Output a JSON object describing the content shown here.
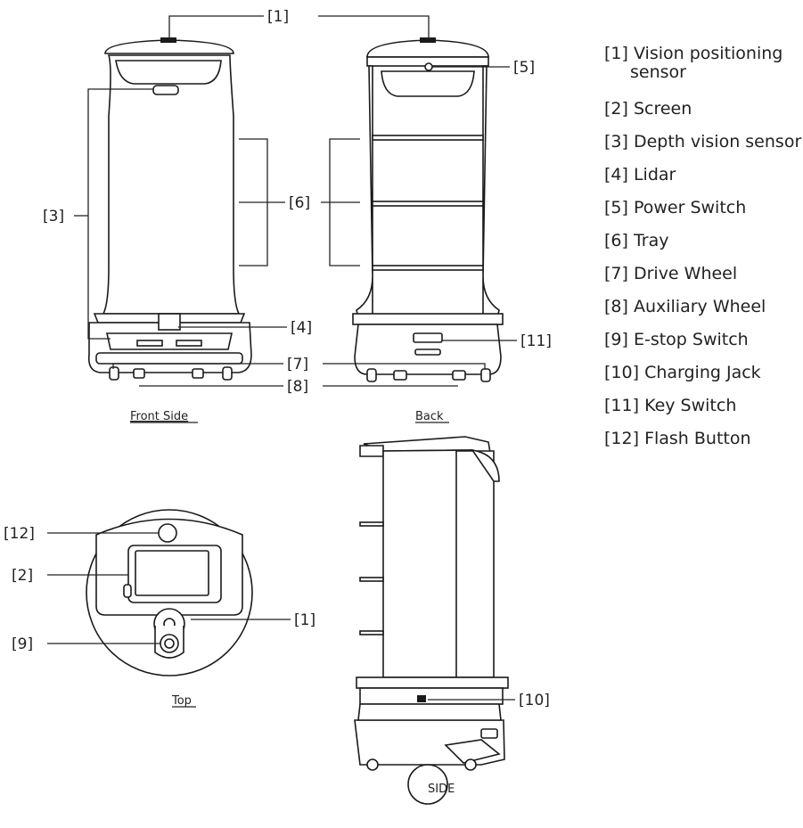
{
  "callouts": {
    "c1_top": "[1]",
    "c5": "[5]",
    "c3": "[3]",
    "c6": "[6]",
    "c4": "[4]",
    "c11": "[11]",
    "c7": "[7]",
    "c8": "[8]",
    "c12": "[12]",
    "c2": "[2]",
    "c1_side": "[1]",
    "c9": "[9]",
    "c10": "[10]"
  },
  "views": {
    "front": "Front Side",
    "back": "Back",
    "top": "Top",
    "side": "SIDE"
  },
  "legend": [
    {
      "num": "[1]",
      "text_line1": "Vision positioning",
      "text_line2": "sensor"
    },
    {
      "num": "[2]",
      "text": "Screen"
    },
    {
      "num": "[3]",
      "text": "Depth vision sensor"
    },
    {
      "num": "[4]",
      "text": "Lidar"
    },
    {
      "num": "[5]",
      "text": "Power Switch"
    },
    {
      "num": "[6]",
      "text": "Tray"
    },
    {
      "num": "[7]",
      "text": "Drive Wheel"
    },
    {
      "num": "[8]",
      "text": "Auxiliary Wheel"
    },
    {
      "num": "[9]",
      "text": "E-stop Switch"
    },
    {
      "num": "[10]",
      "text": "Charging Jack"
    },
    {
      "num": "[11]",
      "text": "Key Switch"
    },
    {
      "num": "[12]",
      "text": "Flash Button"
    }
  ]
}
